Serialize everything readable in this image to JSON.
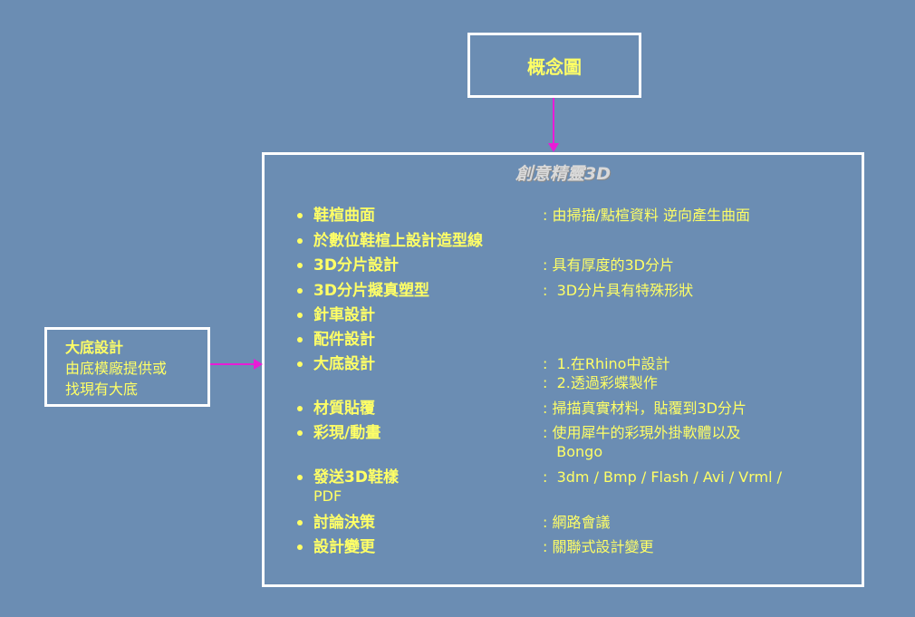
{
  "concept": {
    "title": "概念圖"
  },
  "main": {
    "title": "創意精靈3D",
    "items": [
      {
        "label": "鞋楦曲面",
        "desc": ": 由掃描/點楦資料 逆向產生曲面"
      },
      {
        "label": "於數位鞋楦上設計造型線",
        "desc": ""
      },
      {
        "label": "3D分片設計",
        "desc": ": 具有厚度的3D分片"
      },
      {
        "label": "3D分片擬真塑型",
        "desc": ":  3D分片具有特殊形狀"
      },
      {
        "label": "針車設計",
        "desc": ""
      },
      {
        "label": "配件設計",
        "desc": ""
      },
      {
        "label": "大底設計",
        "desc": ":  1.在Rhino中設計"
      },
      {
        "label": "",
        "desc": ":  2.透過彩蝶製作"
      },
      {
        "label": "材質貼覆",
        "desc": ": 掃描真實材料，貼覆到3D分片"
      },
      {
        "label": "彩現/動畫",
        "desc": ": 使用犀牛的彩現外掛軟體以及"
      },
      {
        "label": "",
        "desc": "   Bongo"
      },
      {
        "label": "發送3D鞋樣",
        "desc": ":  3dm / Bmp / Flash / Avi / Vrml /"
      },
      {
        "label": "PDF",
        "desc": ""
      },
      {
        "label": "討論決策",
        "desc": ": 網路會議"
      },
      {
        "label": "設計變更",
        "desc": ": 關聯式設計變更"
      }
    ]
  },
  "side": {
    "title": "大底設計",
    "line1": "由底模廠提供或",
    "line2": "找現有大底"
  },
  "colors": {
    "background": "#6b8db3",
    "text": "#ffff66",
    "arrow": "#e81cd6",
    "border": "#ffffff"
  }
}
